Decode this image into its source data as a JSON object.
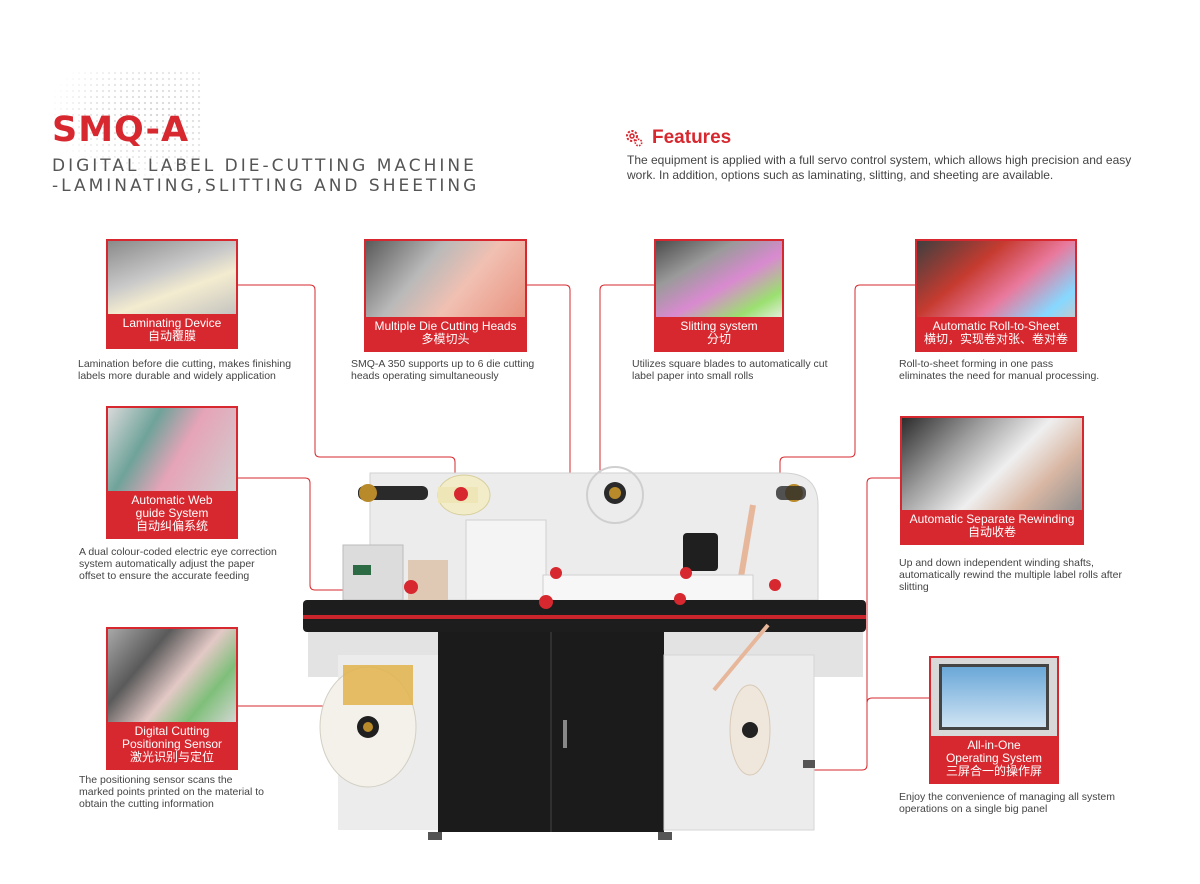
{
  "header": {
    "model": "SMQ-A",
    "subtitle_line1": "DIGITAL LABEL DIE-CUTTING MACHINE",
    "subtitle_line2": "-LAMINATING,SLITTING AND SHEETING"
  },
  "features": {
    "icon": "gear-icon",
    "title": "Features",
    "description": "The equipment is applied with a full servo control system, which allows high precision and easy work. In addition, options such as laminating, slitting, and sheeting are available."
  },
  "colors": {
    "accent": "#d7282f",
    "machine_body": "#e9e9e9",
    "cabinet": "#1c1c1c"
  },
  "cards": {
    "laminating": {
      "title": "Laminating Device",
      "subtitle": "自动覆膜",
      "desc1": "Lamination before die cutting, makes finishing",
      "desc2": "labels more durable and widely application"
    },
    "die_cutting": {
      "title": "Multiple Die Cutting Heads",
      "subtitle": "多模切头",
      "desc1": "SMQ-A 350 supports up to 6 die cutting",
      "desc2": "heads operating simultaneously"
    },
    "slitting": {
      "title": "Slitting system",
      "subtitle": "分切",
      "desc1": "Utilizes square blades to automatically cut",
      "desc2": "label paper into small rolls"
    },
    "roll_to_sheet": {
      "title": "Automatic Roll-to-Sheet",
      "subtitle": "横切，实现卷对张、卷对卷",
      "desc1": "Roll-to-sheet forming in one pass",
      "desc2": "eliminates the need for manual processing."
    },
    "web_guide": {
      "title1": "Automatic Web",
      "title2": "guide System",
      "subtitle": "自动纠偏系统",
      "desc1": "A dual colour-coded electric eye correction",
      "desc2": "system automatically adjust the paper",
      "desc3": "offset to ensure the accurate feeding"
    },
    "rewinding": {
      "title": "Automatic Separate Rewinding",
      "subtitle": "自动收卷",
      "desc1": "Up and down independent winding shafts,",
      "desc2": "automatically rewind the multiple label rolls after",
      "desc3": "slitting"
    },
    "sensor": {
      "title1": "Digital Cutting",
      "title2": "Positioning Sensor",
      "subtitle": "激光识别与定位",
      "desc1": "The positioning sensor scans the",
      "desc2": "marked points printed on the material to",
      "desc3": "obtain the cutting information"
    },
    "operating": {
      "title1": "All-in-One",
      "title2": "Operating System",
      "subtitle": "三屏合一的操作屏",
      "desc1": "Enjoy the convenience of managing all system",
      "desc2": "operations on a single big panel"
    }
  }
}
